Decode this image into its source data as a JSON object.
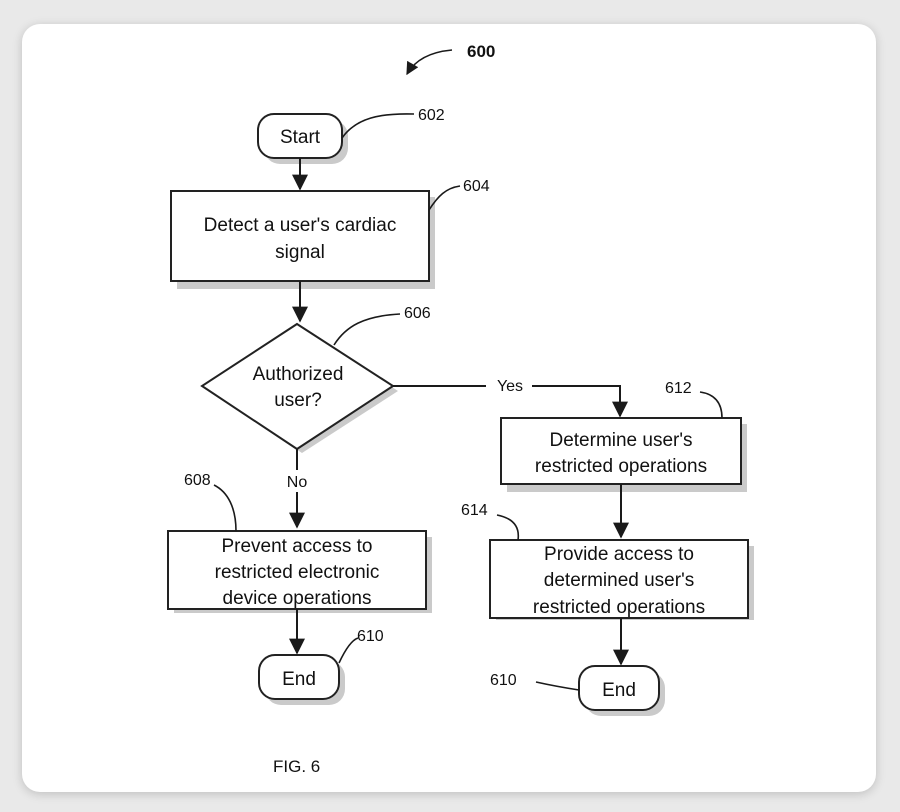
{
  "figure": {
    "number": "600",
    "caption": "FIG. 6"
  },
  "nodes": {
    "start": {
      "lines": [
        "Start"
      ],
      "ref": "602"
    },
    "detect": {
      "lines": [
        "Detect a user's cardiac",
        "signal"
      ],
      "ref": "604"
    },
    "decision": {
      "lines": [
        "Authorized",
        "user?"
      ],
      "ref": "606"
    },
    "prevent": {
      "lines": [
        "Prevent access to",
        "restricted electronic",
        "device operations"
      ],
      "ref": "608"
    },
    "end_left": {
      "lines": [
        "End"
      ],
      "ref": "610"
    },
    "determine": {
      "lines": [
        "Determine user's",
        "restricted operations"
      ],
      "ref": "612"
    },
    "provide": {
      "lines": [
        "Provide access to",
        "determined user's",
        "restricted operations"
      ],
      "ref": "614"
    },
    "end_right": {
      "lines": [
        "End"
      ],
      "ref": "610"
    }
  },
  "edges": {
    "yes_label": "Yes",
    "no_label": "No"
  }
}
